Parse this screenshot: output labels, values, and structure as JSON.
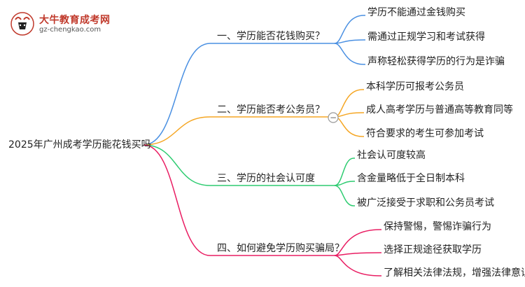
{
  "logo": {
    "title": "大牛教育成考网",
    "url": "gz-chengkao.com"
  },
  "root": {
    "label": "2025年广州成考学历能花钱买吗"
  },
  "branches": [
    {
      "label": "一、学历能否花钱购买？",
      "color": "#4a90e2",
      "leaves": [
        "学历不能通过金钱购买",
        "需通过正规学习和考试获得",
        "声称轻松获得学历的行为是诈骗"
      ]
    },
    {
      "label": "二、学历能否考公务员？",
      "color": "#f5a623",
      "leaves": [
        "本科学历可报考公务员",
        "成人高考学历与普通高等教育同等",
        "符合要求的考生可参加考试"
      ]
    },
    {
      "label": "三、学历的社会认可度",
      "color": "#2ecc71",
      "leaves": [
        "社会认可度较高",
        "含金量略低于全日制本科",
        "被广泛接受于求职和公务员考试"
      ]
    },
    {
      "label": "四、如何避免学历购买骗局？",
      "color": "#e91e63",
      "leaves": [
        "保持警惕，警惕诈骗行为",
        "选择正规途径获取学历",
        "了解相关法律法规，增强法律意识"
      ]
    }
  ],
  "collapse_symbol": "−"
}
